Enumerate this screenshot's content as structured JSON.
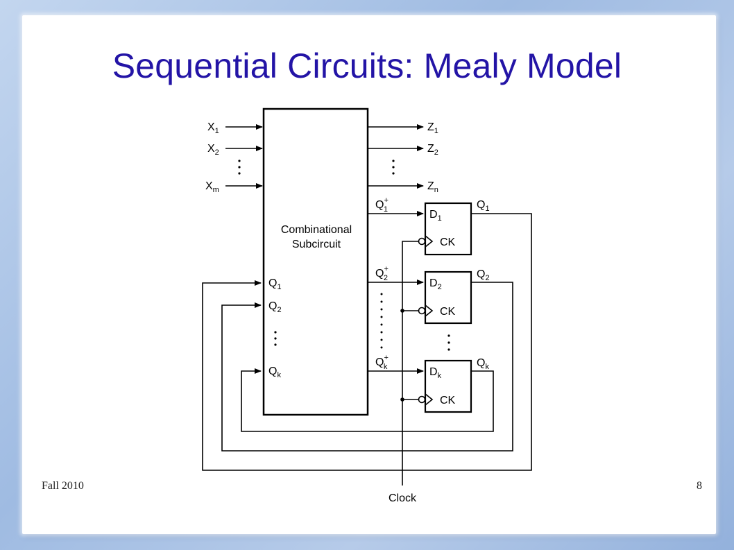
{
  "slide": {
    "title": "Sequential Circuits: Mealy Model",
    "footer_left": "Fall 2010",
    "page_number": "8"
  },
  "diagram": {
    "block_label_line1": "Combinational",
    "block_label_line2": "Subcircuit",
    "inputs": [
      {
        "base": "X",
        "sub": "1"
      },
      {
        "base": "X",
        "sub": "2"
      },
      {
        "base": "X",
        "sub": "m"
      }
    ],
    "outputs": [
      {
        "base": "Z",
        "sub": "1"
      },
      {
        "base": "Z",
        "sub": "2"
      },
      {
        "base": "Z",
        "sub": "n"
      }
    ],
    "next_states": [
      {
        "base": "Q",
        "sup": "+",
        "sub": "1"
      },
      {
        "base": "Q",
        "sup": "+",
        "sub": "2"
      },
      {
        "base": "Q",
        "sup": "+",
        "sub": "k"
      }
    ],
    "state_inputs": [
      {
        "base": "Q",
        "sub": "1"
      },
      {
        "base": "Q",
        "sub": "2"
      },
      {
        "base": "Q",
        "sub": "k"
      }
    ],
    "flipflops": [
      {
        "d_base": "D",
        "d_sub": "1",
        "ck": "CK",
        "q_base": "Q",
        "q_sub": "1"
      },
      {
        "d_base": "D",
        "d_sub": "2",
        "ck": "CK",
        "q_base": "Q",
        "q_sub": "2"
      },
      {
        "d_base": "D",
        "d_sub": "k",
        "ck": "CK",
        "q_base": "Q",
        "q_sub": "k"
      }
    ],
    "clock_label": "Clock"
  }
}
